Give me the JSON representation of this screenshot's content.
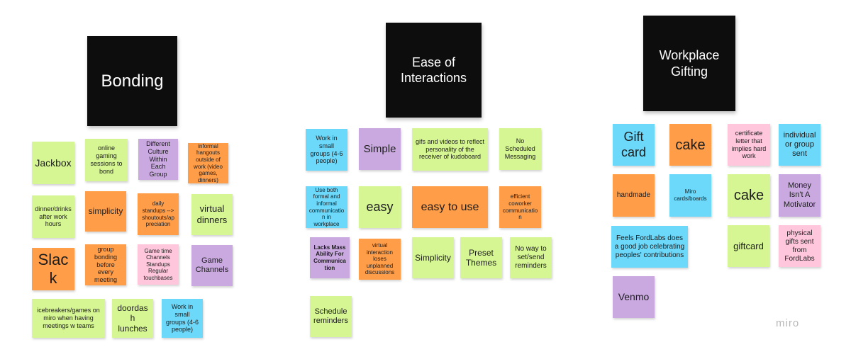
{
  "board": {
    "watermark": "miro",
    "colors": {
      "green": "#d5f692",
      "orange": "#ff9d48",
      "purple": "#c9a9e0",
      "blue": "#6cd8fa",
      "pink": "#ffc6dc",
      "header": "#0d0d0d"
    }
  },
  "bonding": {
    "title": "Bonding",
    "notes": [
      "Jackbox",
      "online gaming sessions to bond",
      "Different Culture Within Each Group",
      "informal hangouts outside of work (video games, dinners)",
      "dinner/drinks after work hours",
      "simplicity",
      "daily standups --> shoutouts/appreciation",
      "virtual dinners",
      "Slack",
      "group bonding before every meeting",
      "Game time Channels Standups Regular touchbases",
      "Game Channels",
      "icebreakers/games on miro when having meetings w teams",
      "doordash lunches",
      "Work in small groups (4-6 people)"
    ]
  },
  "ease": {
    "title": "Ease of Interactions",
    "notes": [
      "Work in small groups (4-6 people)",
      "Simple",
      "gifs and videos to reflect personality of the receiver of kudoboard",
      "No Scheduled Messaging",
      "Use both formal and informal communication in workplace",
      "easy",
      "easy to use",
      "efficient coworker communication",
      "Lacks Mass Ability For Communication",
      "virtual interaction loses unplanned discussions",
      "Simplicity",
      "Preset Themes",
      "No way to set/send reminders",
      "Schedule reminders"
    ]
  },
  "gifting": {
    "title": "Workplace Gifting",
    "notes": [
      "Gift card",
      "cake",
      "certificate letter that implies hard work",
      "individual or group sent",
      "handmade",
      "Miro cards/boards",
      "cake",
      "Money Isn't A Motivator",
      "Feels FordLabs does a good job celebrating peoples' contributions",
      "giftcard",
      "physical gifts sent from FordLabs",
      "Venmo"
    ]
  }
}
